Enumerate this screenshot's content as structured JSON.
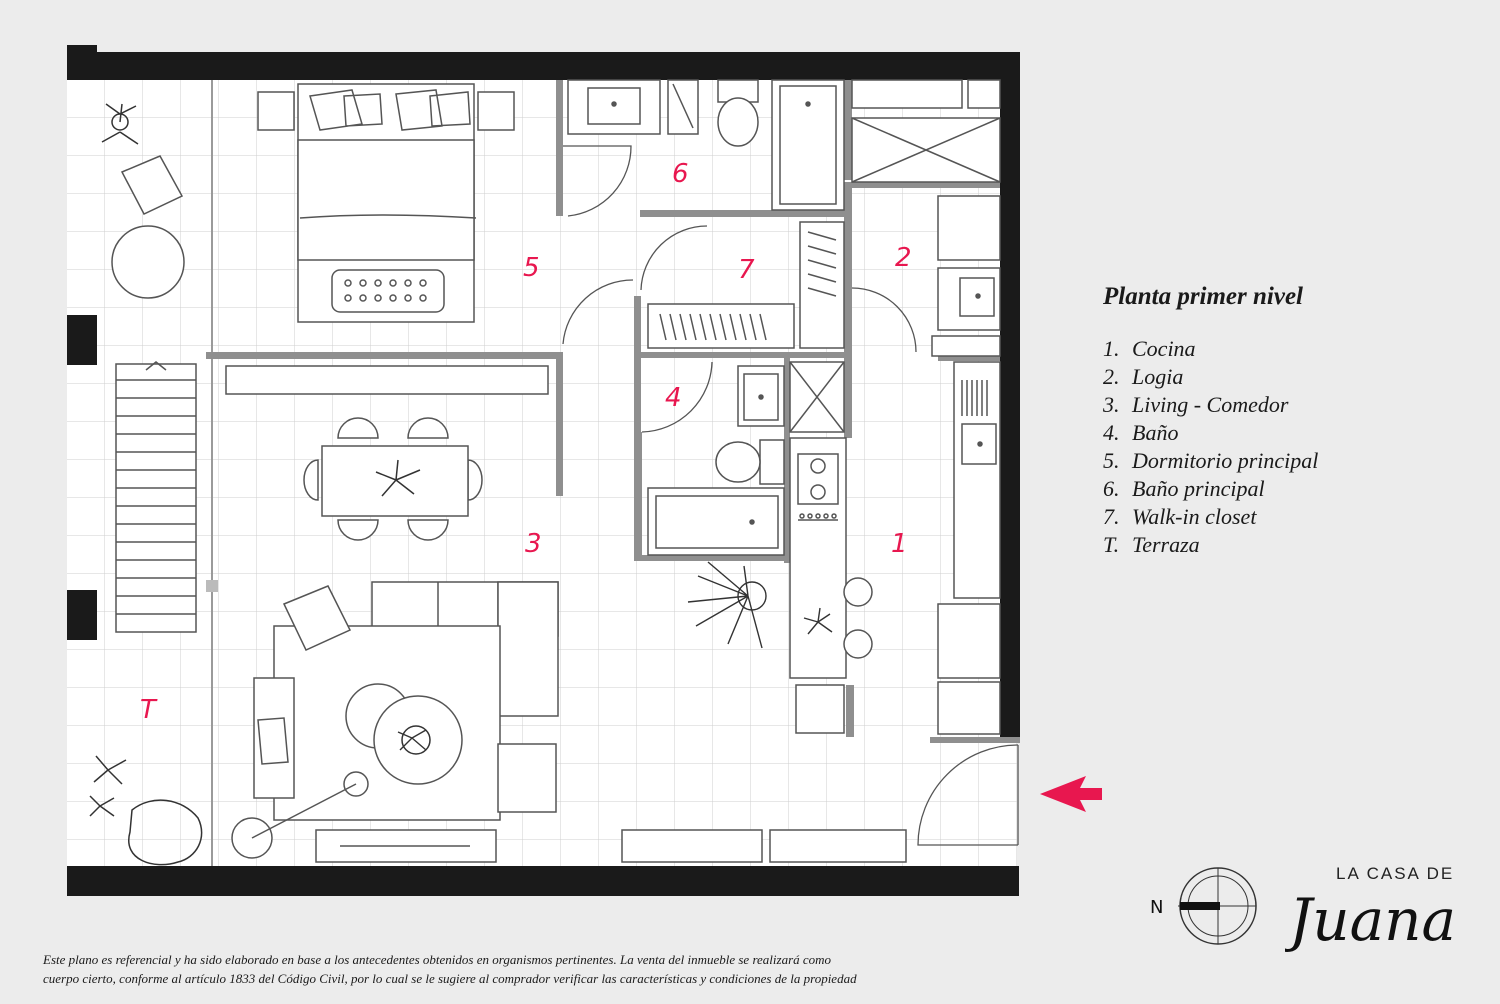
{
  "legend": {
    "title": "Planta primer nivel",
    "items": [
      {
        "num": "1.",
        "label": "Cocina"
      },
      {
        "num": "2.",
        "label": "Logia"
      },
      {
        "num": "3.",
        "label": "Living - Comedor"
      },
      {
        "num": "4.",
        "label": "Baño"
      },
      {
        "num": "5.",
        "label": "Dormitorio principal"
      },
      {
        "num": "6.",
        "label": "Baño principal"
      },
      {
        "num": "7.",
        "label": "Walk-in closet"
      },
      {
        "num": "T.",
        "label": "Terraza"
      }
    ]
  },
  "room_labels": {
    "r1": "1",
    "r2": "2",
    "r3": "3",
    "r4": "4",
    "r5": "5",
    "r6": "6",
    "r7": "7",
    "rT": "T"
  },
  "disclaimer": {
    "line1": "Este plano es referencial y ha sido elaborado en base a los antecedentes obtenidos en organismos pertinentes.  La venta del inmueble se realizará como",
    "line2": "cuerpo cierto, conforme al artículo 1833 del Código Civil, por lo cual se le sugiere al comprador verificar las características y condiciones de la propiedad"
  },
  "compass": {
    "letter": "N"
  },
  "brand": {
    "line1": "LA CASA DE",
    "script": "Juana"
  },
  "colors": {
    "accent": "#e8174f",
    "wall": "#1a1a1a",
    "partition": "#8f8f8f",
    "background": "#ececec"
  }
}
